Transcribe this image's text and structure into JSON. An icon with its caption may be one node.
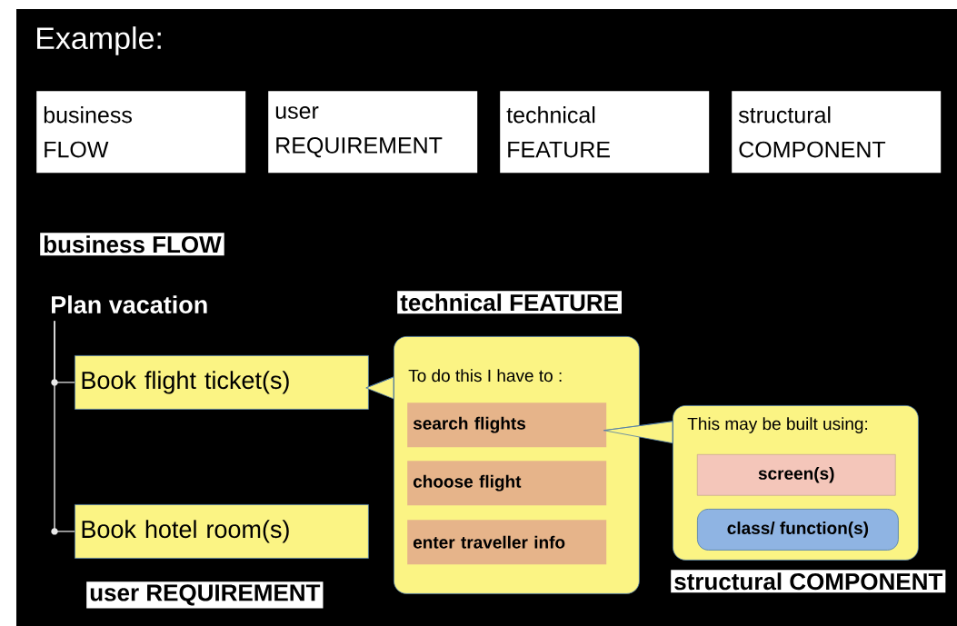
{
  "diagram": {
    "title": "Example:",
    "nodes": [
      {
        "text": [
          "business",
          "FLOW"
        ]
      },
      {
        "text": [
          "user",
          "REQUIREMENT"
        ]
      },
      {
        "text": [
          "technical",
          "FEATURE"
        ]
      },
      {
        "text": [
          "structural",
          "COMPONENT"
        ]
      },
      {
        "text": [
          "Plan vacation"
        ]
      },
      {
        "text": [
          "Book flight ticket(s)"
        ]
      },
      {
        "text": [
          "Book hotel room(s)"
        ]
      },
      {
        "text": [
          "To do this I have to :"
        ]
      },
      {
        "text": [
          "search flights"
        ],
        "in": 7
      },
      {
        "text": [
          "choose flight"
        ],
        "in": 7
      },
      {
        "text": [
          "enter traveller info"
        ],
        "in": 7
      },
      {
        "text": [
          "This may be built using:"
        ]
      },
      {
        "text": [
          "screen(s)"
        ],
        "in": 11
      },
      {
        "text": [
          "class/ function(s)"
        ],
        "in": 11
      }
    ],
    "edges": [
      {
        "from": 4,
        "to": 5,
        "arrow": "none"
      },
      {
        "from": 4,
        "to": 6,
        "arrow": "none"
      },
      {
        "from": 7,
        "to": 5,
        "arrow": "to",
        "color": "#4f7ba8"
      },
      {
        "from": 11,
        "to": 8,
        "arrow": "to",
        "color": "#4f7ba8"
      }
    ],
    "labels": [
      "business FLOW",
      "technical FEATURE",
      "user REQUIREMENT",
      "structural COMPONENT"
    ]
  }
}
